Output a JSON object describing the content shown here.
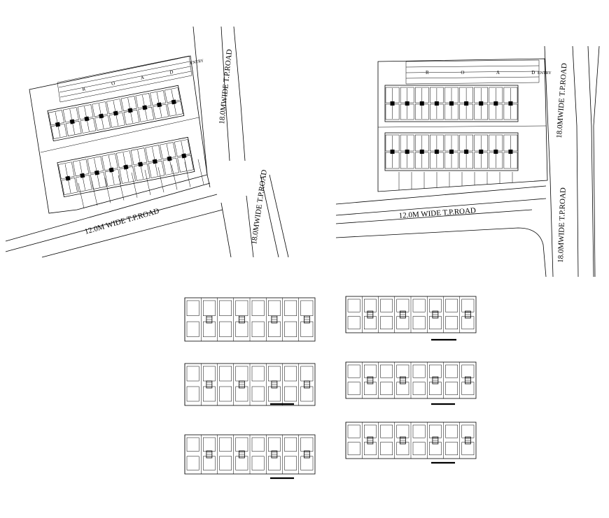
{
  "site_plan_left": {
    "road_vertical": "18.0MWIDE T.P.ROAD",
    "road_vertical_lower": "18.0MWIDE T.P.ROAD",
    "road_horizontal": "12.0M WIDE T.P.ROAD",
    "internal_road": "R O A D",
    "entry": "ENTRY"
  },
  "site_plan_right": {
    "road_vertical": "18.0MWIDE T.P.ROAD",
    "road_vertical_lower": "18.0MWIDE T.P.ROAD",
    "road_horizontal": "12.0M WIDE T.P.ROAD",
    "internal_road": "R O A D",
    "entry": "ENTRY"
  },
  "floor_plans": {
    "count": 6
  }
}
